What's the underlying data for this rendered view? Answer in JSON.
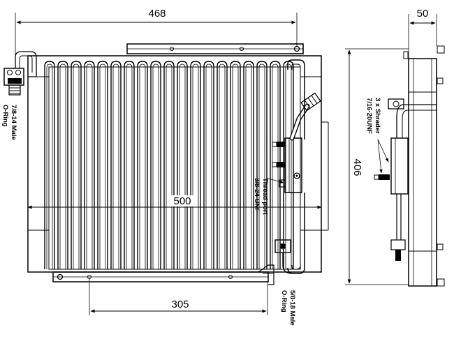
{
  "dimensions": {
    "top_width": "468",
    "core_width": "500",
    "bracket_spacing": "305",
    "height": "406",
    "depth": "50"
  },
  "notes": {
    "inlet_fitting": [
      "7/8-14 Male",
      "O-Ring"
    ],
    "thread_port": [
      "Thread port",
      "3/8-24 UNF"
    ],
    "outlet_fitting": [
      "5/8-18 Male",
      "O-Ring"
    ],
    "shrader": [
      "3 x Shrader",
      "7/16-20UNF"
    ]
  }
}
